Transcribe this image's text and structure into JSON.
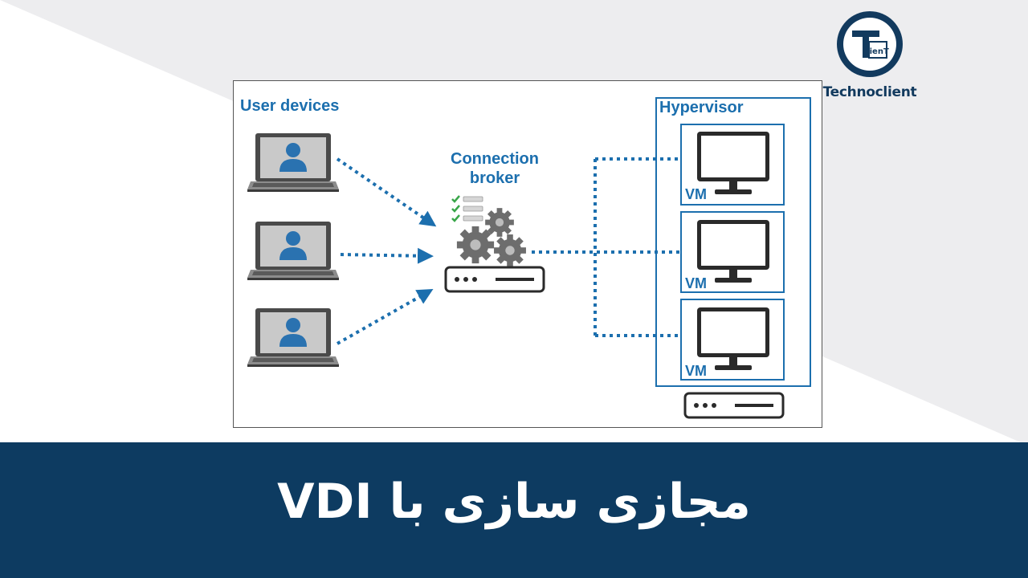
{
  "brand": {
    "name": "Technoclient",
    "logo_monogram": "T",
    "logo_small_text": "lienT"
  },
  "diagram": {
    "user_devices_label": "User devices",
    "broker_label_line1": "Connection",
    "broker_label_line2": "broker",
    "hypervisor_label": "Hypervisor",
    "vm_labels": [
      "VM",
      "VM",
      "VM"
    ]
  },
  "footer": {
    "title": "مجازی سازی با VDI"
  },
  "colors": {
    "accent": "#1c6fae",
    "footer_bg": "#0d3b61",
    "logo": "#123a5e"
  },
  "icons": [
    "laptop-user-icon",
    "gear-cluster-icon",
    "checklist-icon",
    "server-icon",
    "monitor-icon"
  ]
}
